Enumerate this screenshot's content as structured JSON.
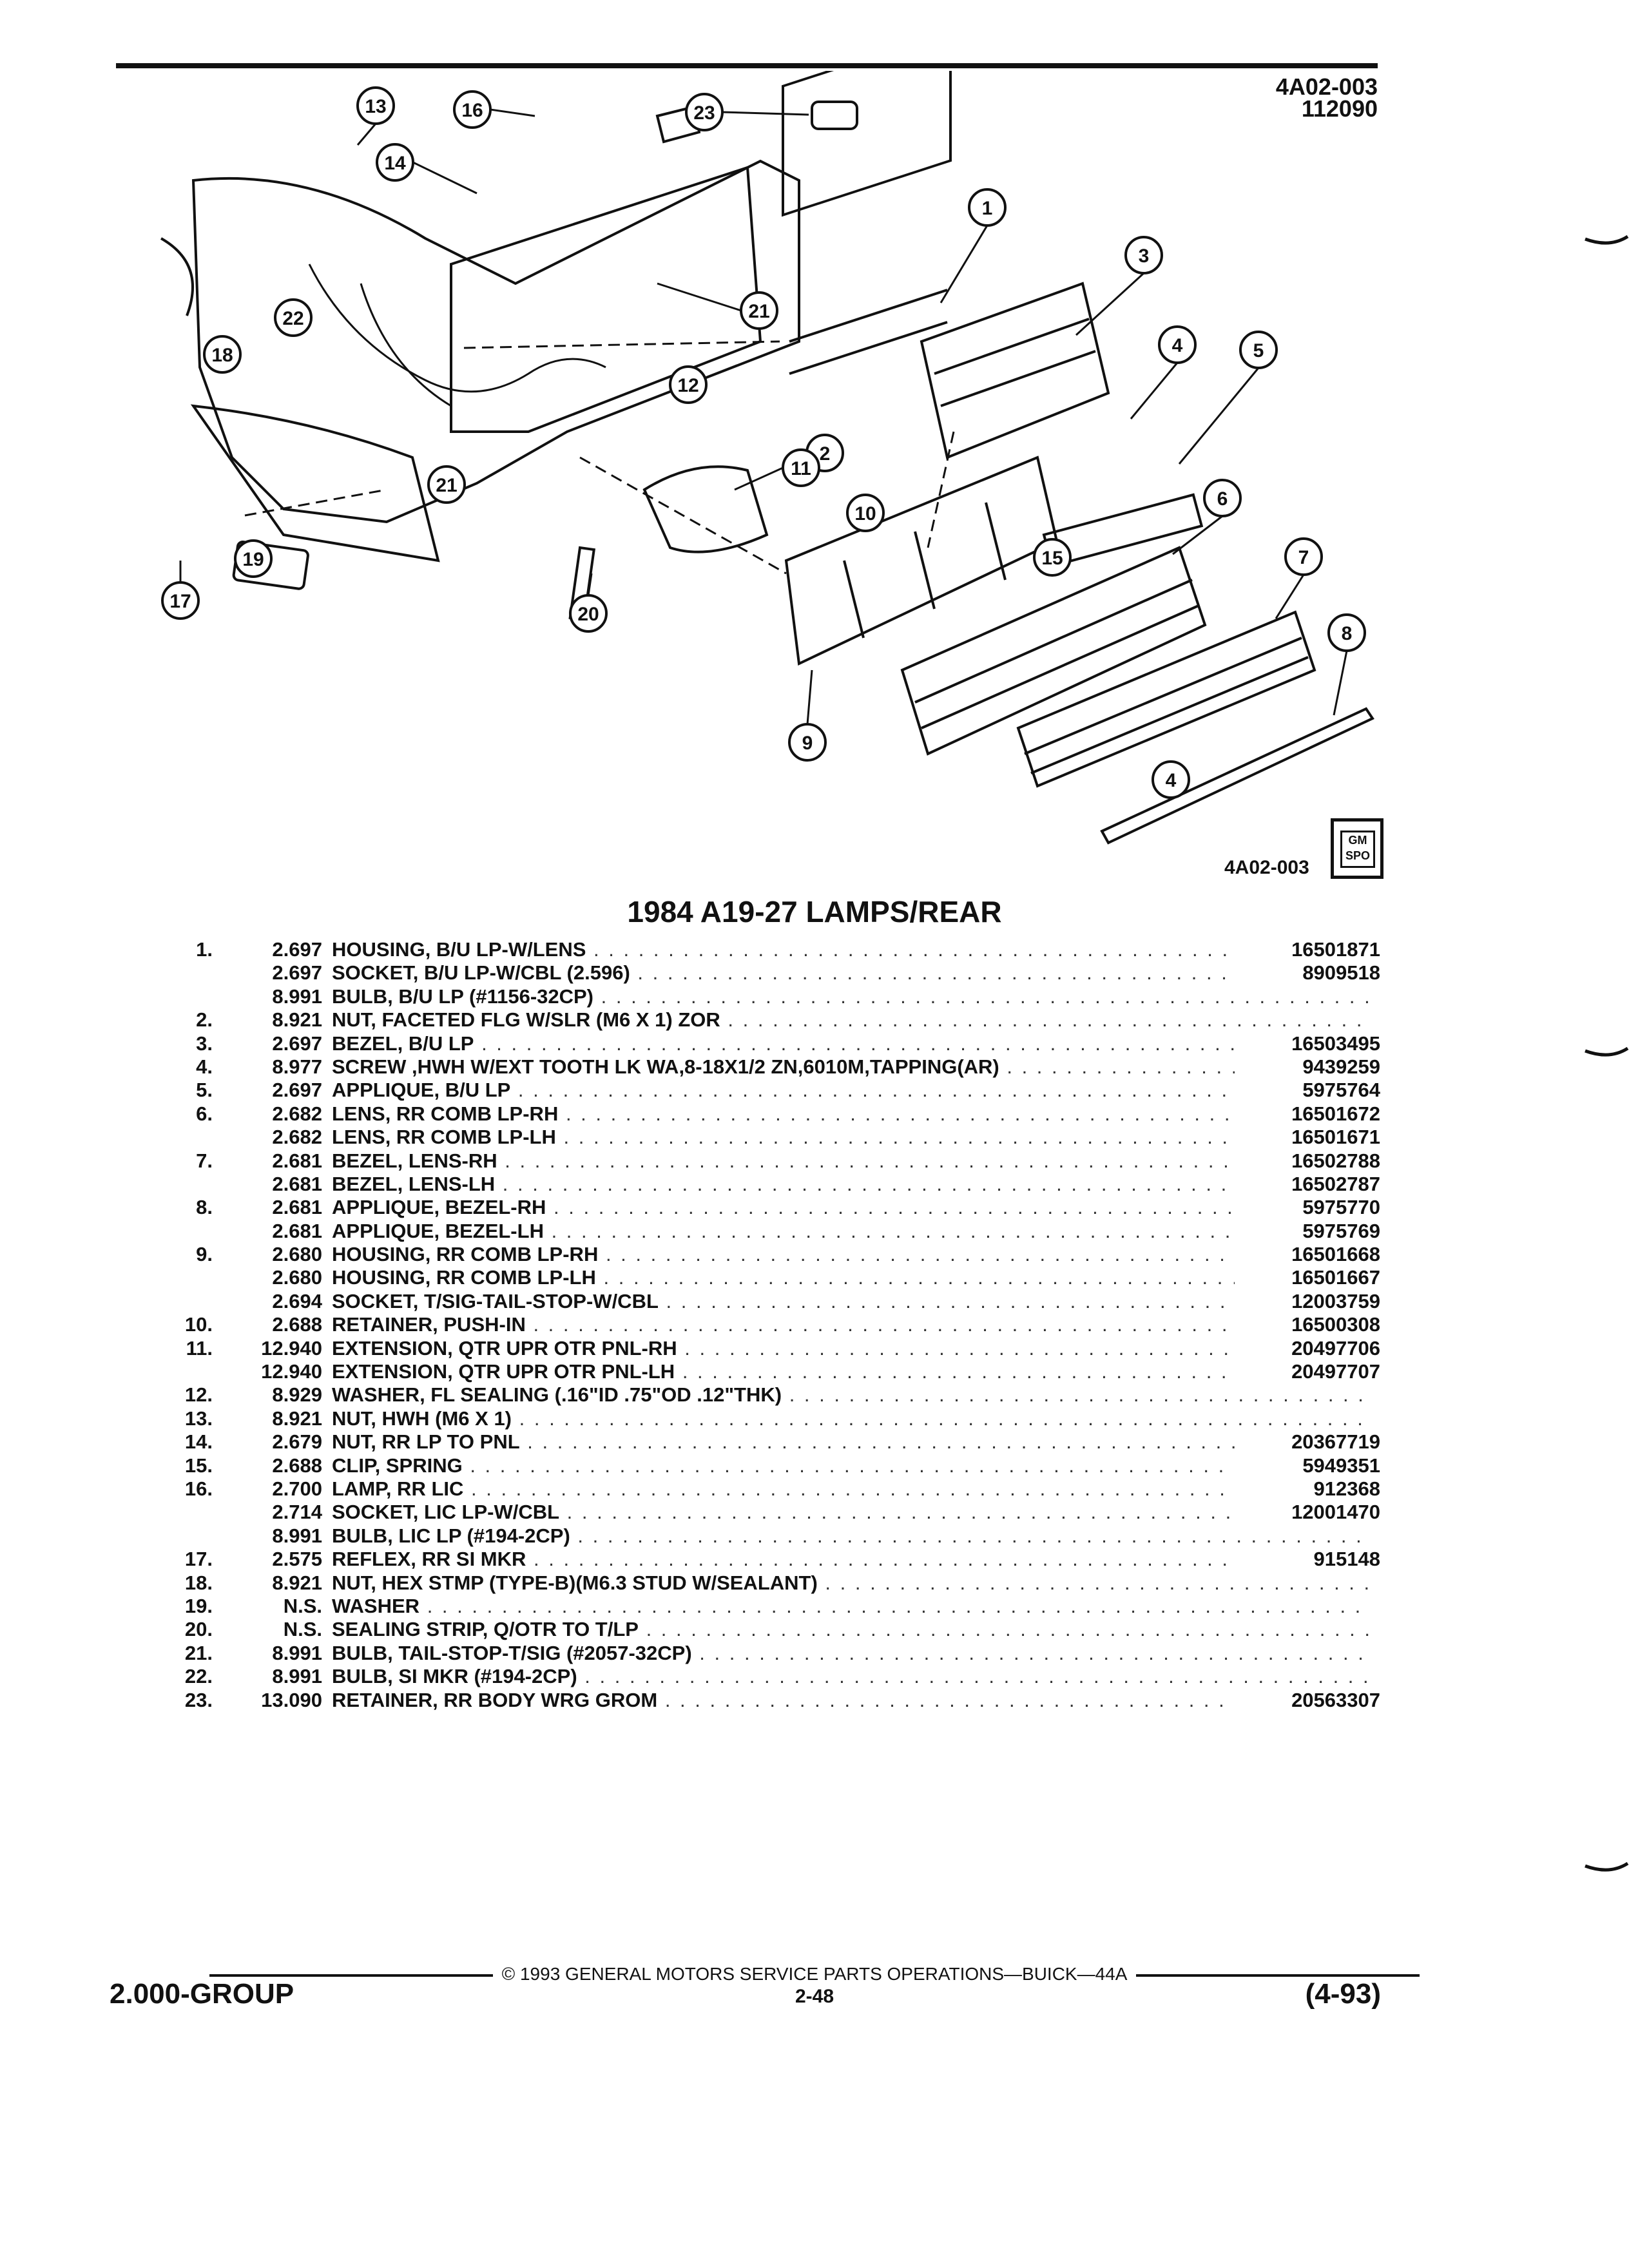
{
  "header": {
    "code": "4A02-003",
    "date_code": "112090"
  },
  "figure": {
    "id": "4A02-003",
    "callouts": [
      "1",
      "2",
      "3",
      "4",
      "4",
      "5",
      "6",
      "7",
      "8",
      "9",
      "10",
      "11",
      "12",
      "13",
      "14",
      "15",
      "16",
      "17",
      "18",
      "19",
      "20",
      "21",
      "21",
      "22",
      "23"
    ],
    "logo_text": "GM SPO"
  },
  "section_title": "1984 A19-27 LAMPS/REAR",
  "parts": [
    {
      "ref": "1.",
      "group": "2.697",
      "name": "HOUSING",
      "detail": ", B/U LP-W/LENS",
      "part_no": "16501871"
    },
    {
      "ref": "",
      "group": "2.697",
      "name": "SOCKET",
      "detail": ", B/U LP-W/CBL (2.596)",
      "part_no": "8909518"
    },
    {
      "ref": "",
      "group": "8.991",
      "name": "BULB",
      "detail": ", B/U LP (#1156-32CP)",
      "part_no": ""
    },
    {
      "ref": "2.",
      "group": "8.921",
      "name": "NUT",
      "detail": ", FACETED FLG W/SLR (M6 X 1) ZOR",
      "part_no": ""
    },
    {
      "ref": "3.",
      "group": "2.697",
      "name": "BEZEL",
      "detail": ", B/U LP",
      "part_no": "16503495"
    },
    {
      "ref": "4.",
      "group": "8.977",
      "name": "SCREW",
      "detail": " ,HWH W/EXT TOOTH LK WA,8-18X1/2 ZN,6010M,TAPPING(AR)",
      "part_no": "9439259"
    },
    {
      "ref": "5.",
      "group": "2.697",
      "name": "APPLIQUE",
      "detail": ", B/U LP",
      "part_no": "5975764"
    },
    {
      "ref": "6.",
      "group": "2.682",
      "name": "LENS",
      "detail": ", RR COMB LP-RH",
      "part_no": "16501672"
    },
    {
      "ref": "",
      "group": "2.682",
      "name": "LENS",
      "detail": ", RR COMB LP-LH",
      "part_no": "16501671"
    },
    {
      "ref": "7.",
      "group": "2.681",
      "name": "BEZEL",
      "detail": ", LENS-RH",
      "part_no": "16502788"
    },
    {
      "ref": "",
      "group": "2.681",
      "name": "BEZEL",
      "detail": ", LENS-LH",
      "part_no": "16502787"
    },
    {
      "ref": "8.",
      "group": "2.681",
      "name": "APPLIQUE",
      "detail": ", BEZEL-RH",
      "part_no": "5975770"
    },
    {
      "ref": "",
      "group": "2.681",
      "name": "APPLIQUE",
      "detail": ", BEZEL-LH",
      "part_no": "5975769"
    },
    {
      "ref": "9.",
      "group": "2.680",
      "name": "HOUSING",
      "detail": ", RR COMB LP-RH",
      "part_no": "16501668"
    },
    {
      "ref": "",
      "group": "2.680",
      "name": "HOUSING",
      "detail": ", RR COMB LP-LH",
      "part_no": "16501667"
    },
    {
      "ref": "",
      "group": "2.694",
      "name": "SOCKET",
      "detail": ", T/SIG-TAIL-STOP-W/CBL",
      "part_no": "12003759"
    },
    {
      "ref": "10.",
      "group": "2.688",
      "name": "RETAINER",
      "detail": ", PUSH-IN",
      "part_no": "16500308"
    },
    {
      "ref": "11.",
      "group": "12.940",
      "name": "EXTENSION",
      "detail": ", QTR UPR OTR PNL-RH",
      "part_no": "20497706"
    },
    {
      "ref": "",
      "group": "12.940",
      "name": "EXTENSION",
      "detail": ", QTR UPR OTR PNL-LH",
      "part_no": "20497707"
    },
    {
      "ref": "12.",
      "group": "8.929",
      "name": "WASHER",
      "detail": ", FL SEALING (.16\"ID .75\"OD .12\"THK)",
      "part_no": ""
    },
    {
      "ref": "13.",
      "group": "8.921",
      "name": "NUT",
      "detail": ", HWH (M6 X 1)",
      "part_no": ""
    },
    {
      "ref": "14.",
      "group": "2.679",
      "name": "NUT",
      "detail": ", RR LP TO PNL",
      "part_no": "20367719"
    },
    {
      "ref": "15.",
      "group": "2.688",
      "name": "CLIP",
      "detail": ", SPRING",
      "part_no": "5949351"
    },
    {
      "ref": "16.",
      "group": "2.700",
      "name": "LAMP",
      "detail": ", RR LIC",
      "part_no": "912368"
    },
    {
      "ref": "",
      "group": "2.714",
      "name": "SOCKET",
      "detail": ", LIC LP-W/CBL",
      "part_no": "12001470"
    },
    {
      "ref": "",
      "group": "8.991",
      "name": "BULB",
      "detail": ", LIC LP (#194-2CP)",
      "part_no": ""
    },
    {
      "ref": "17.",
      "group": "2.575",
      "name": "REFLEX",
      "detail": ", RR SI MKR",
      "part_no": "915148"
    },
    {
      "ref": "18.",
      "group": "8.921",
      "name": "NUT",
      "detail": ", HEX STMP (TYPE-B)(M6.3 STUD W/SEALANT)",
      "part_no": ""
    },
    {
      "ref": "19.",
      "group": "N.S.",
      "name": "WASHER",
      "detail": "",
      "part_no": ""
    },
    {
      "ref": "20.",
      "group": "N.S.",
      "name": "SEALING STRIP",
      "detail": ", Q/OTR TO T/LP",
      "part_no": ""
    },
    {
      "ref": "21.",
      "group": "8.991",
      "name": "BULB",
      "detail": ", TAIL-STOP-T/SIG (#2057-32CP)",
      "part_no": ""
    },
    {
      "ref": "22.",
      "group": "8.991",
      "name": "BULB",
      "detail": ", SI MKR (#194-2CP)",
      "part_no": ""
    },
    {
      "ref": "23.",
      "group": "13.090",
      "name": "RETAINER",
      "detail": ", RR BODY WRG GROM",
      "part_no": "20563307"
    }
  ],
  "footer": {
    "copyright": "© 1993 GENERAL MOTORS SERVICE PARTS OPERATIONS—BUICK—44A",
    "group": "2.000-GROUP",
    "page": "2-48",
    "revision": "(4-93)"
  }
}
